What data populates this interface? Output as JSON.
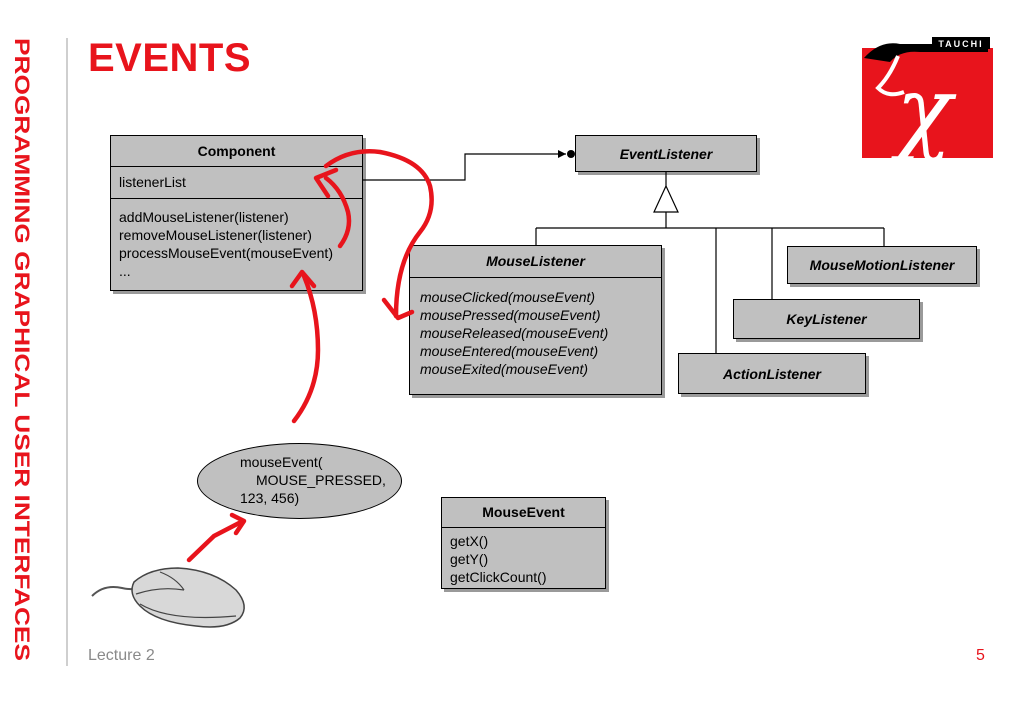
{
  "sidebar": {
    "title": "PROGRAMMING GRAPHICAL USER INTERFACES"
  },
  "page": {
    "title": "EVENTS",
    "footer_left": "Lecture 2",
    "page_number": "5"
  },
  "logo": {
    "label": "TAUCHI",
    "symbol": "χ"
  },
  "component": {
    "name": "Component",
    "fields": [
      "listenerList"
    ],
    "methods": [
      "addMouseListener(listener)",
      "removeMouseListener(listener)",
      "processMouseEvent(mouseEvent)",
      "..."
    ]
  },
  "event_listener": {
    "name": "EventListener"
  },
  "mouse_listener": {
    "name": "MouseListener",
    "methods": [
      "mouseClicked(mouseEvent)",
      "mousePressed(mouseEvent)",
      "mouseReleased(mouseEvent)",
      "mouseEntered(mouseEvent)",
      "mouseExited(mouseEvent)"
    ]
  },
  "mouse_motion_listener": {
    "name": "MouseMotionListener"
  },
  "key_listener": {
    "name": "KeyListener"
  },
  "action_listener": {
    "name": "ActionListener"
  },
  "event_instance": {
    "lines": [
      "mouseEvent(",
      "MOUSE_PRESSED,",
      "123, 456)"
    ]
  },
  "mouse_event": {
    "name": "MouseEvent",
    "methods": [
      "getX()",
      "getY()",
      "getClickCount()"
    ]
  },
  "colors": {
    "accent": "#e8141c",
    "box_fill": "#c0c0c0",
    "shadow": "#9a9a9a",
    "footer_text": "#8a8a8a"
  }
}
